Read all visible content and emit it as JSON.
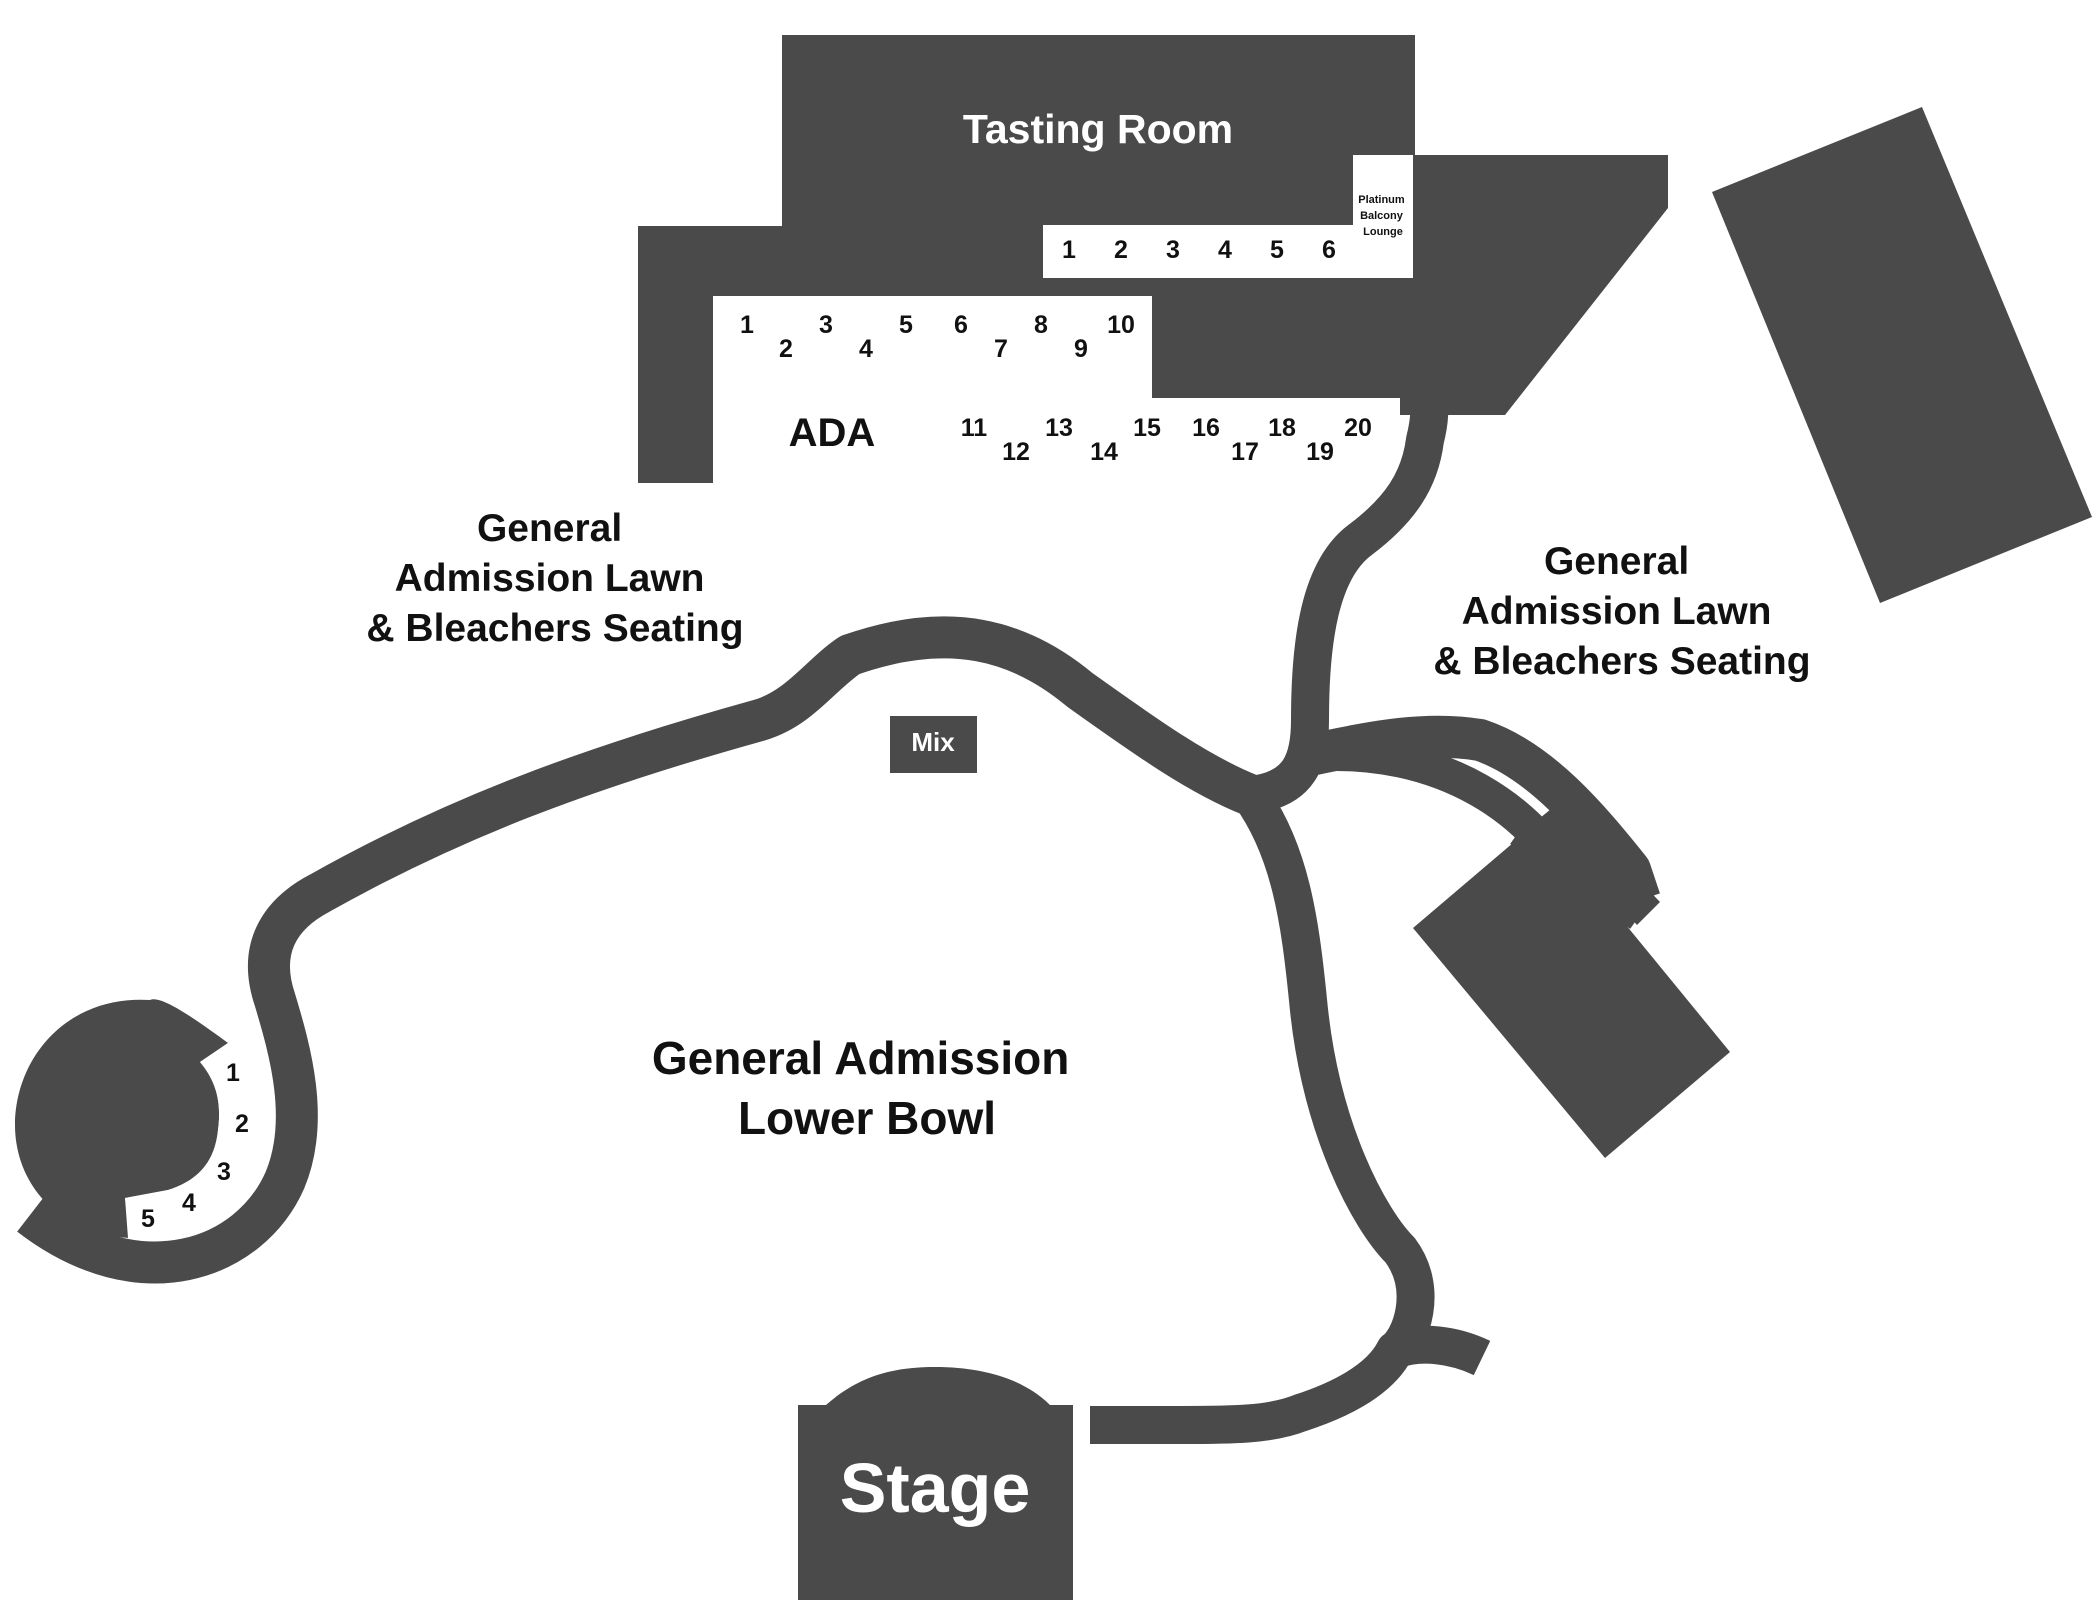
{
  "colors": {
    "structure": "#4a4a4a",
    "background": "#ffffff",
    "label_dark": "#111111",
    "label_light": "#ffffff"
  },
  "sections": {
    "tasting_room": "Tasting Room",
    "platinum_lounge": [
      "Platinum",
      "Balcony",
      "Lounge"
    ],
    "ada": "ADA",
    "ga_lawn_left": [
      "General",
      "Admission Lawn",
      "& Bleachers Seating"
    ],
    "ga_lawn_right": [
      "General",
      "Admission Lawn",
      "& Bleachers Seating"
    ],
    "lower_bowl": [
      "General Admission",
      "Lower Bowl"
    ],
    "mix": "Mix",
    "stage": "Stage"
  },
  "seats": {
    "balcony_row": [
      "1",
      "2",
      "3",
      "4",
      "5",
      "6"
    ],
    "upper_row": [
      "1",
      "2",
      "3",
      "4",
      "5",
      "6",
      "7",
      "8",
      "9",
      "10"
    ],
    "lower_row": [
      "11",
      "12",
      "13",
      "14",
      "15",
      "16",
      "17",
      "18",
      "19",
      "20"
    ],
    "circle_booth": [
      "1",
      "2",
      "3",
      "4",
      "5"
    ]
  }
}
